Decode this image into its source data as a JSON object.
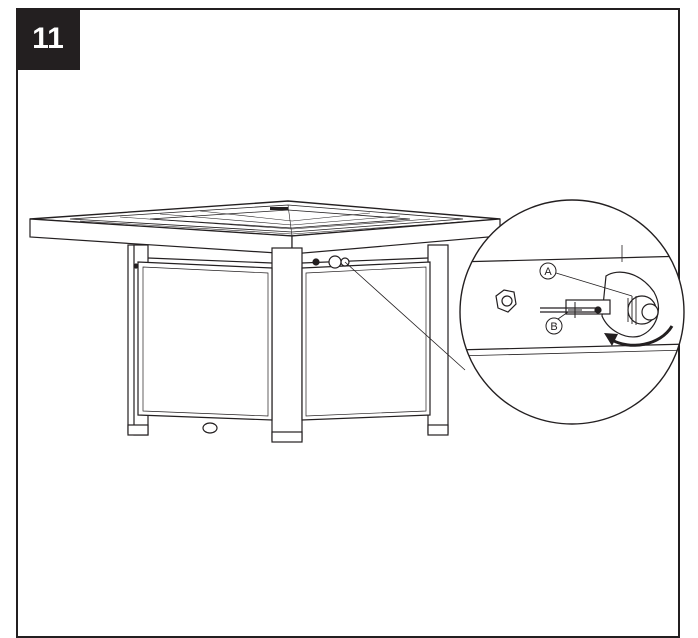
{
  "step": {
    "number": "11"
  },
  "callouts": {
    "a_label": "A",
    "b_label": "B"
  },
  "icons": {
    "direction": "rotate-clockwise-arrow-icon"
  },
  "colors": {
    "ink": "#231f20",
    "badge_background": "#231f20",
    "badge_text": "#ffffff",
    "background": "#ffffff"
  }
}
